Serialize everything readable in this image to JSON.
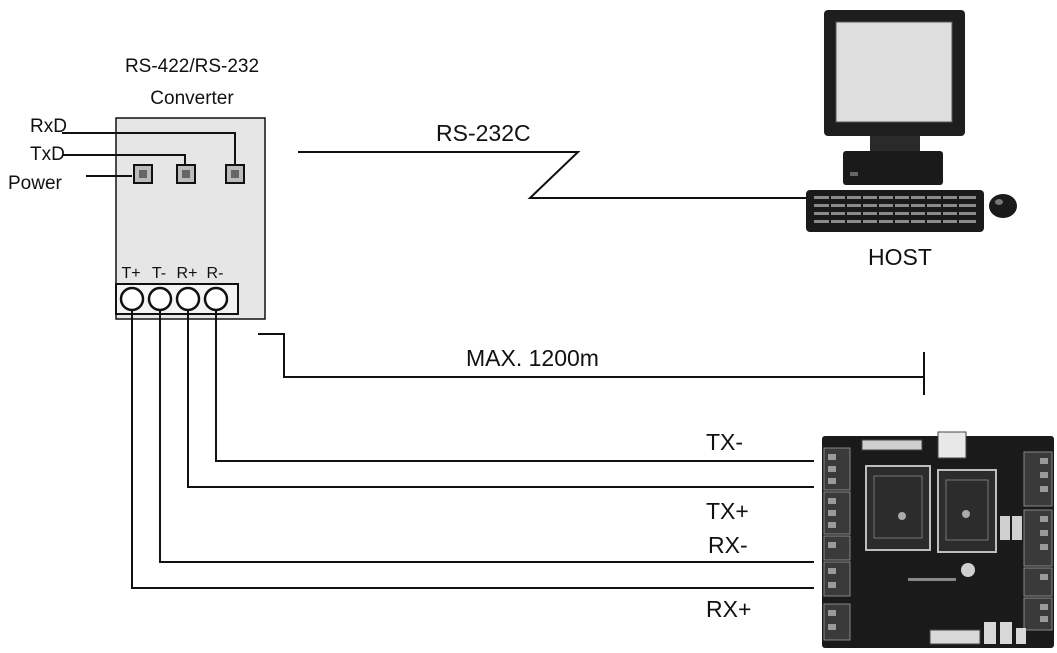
{
  "converter": {
    "title_line1": "RS-422/RS-232",
    "title_line2": "Converter",
    "indicators": {
      "rxd": "RxD",
      "txd": "TxD",
      "power": "Power"
    },
    "terminals": [
      "T+",
      "T-",
      "R+",
      "R-"
    ]
  },
  "link": {
    "label": "RS-232C"
  },
  "host": {
    "label": "HOST"
  },
  "distance": {
    "label": "MAX. 1200m"
  },
  "wires": {
    "tx_minus": "TX-",
    "tx_plus": "TX+",
    "rx_minus": "RX-",
    "rx_plus": "RX+"
  },
  "colors": {
    "line": "#111111",
    "box_fill": "#e6e6e6",
    "board": "#1a1a1a",
    "monitor_screen": "#dedede"
  }
}
